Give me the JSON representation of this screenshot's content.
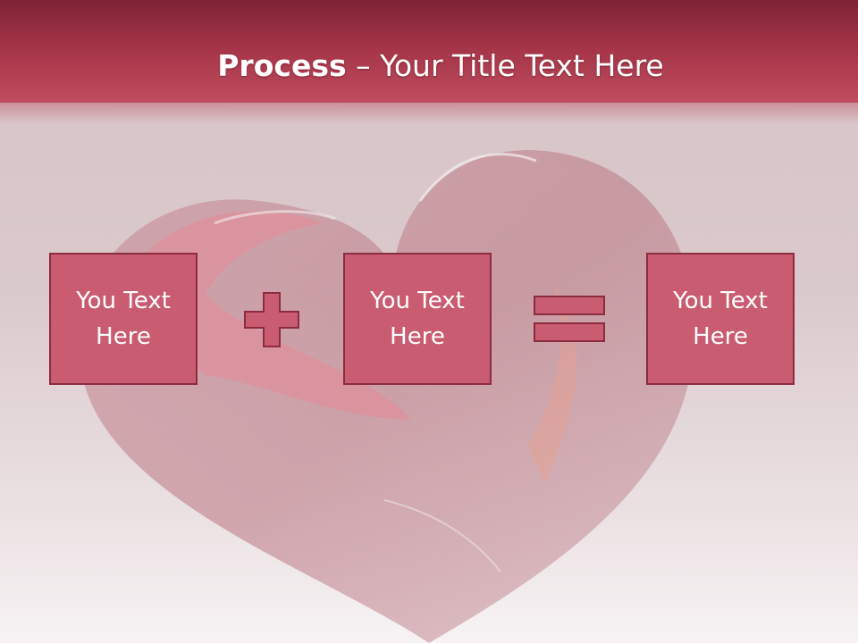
{
  "slide": {
    "title_bold": "Process",
    "title_rest": " – Your Title Text Here",
    "boxes": [
      {
        "line1": "You Text",
        "line2": "Here"
      },
      {
        "line1": "You Text",
        "line2": "Here"
      },
      {
        "line1": "You Text",
        "line2": "Here"
      }
    ],
    "operators": [
      "plus-icon",
      "equals-icon"
    ]
  },
  "colors": {
    "header_dark": "#7d2335",
    "header_light": "#be4d5f",
    "box_fill": "#c95c70",
    "box_border": "#8c2c40",
    "background": "#d7c3c6"
  }
}
